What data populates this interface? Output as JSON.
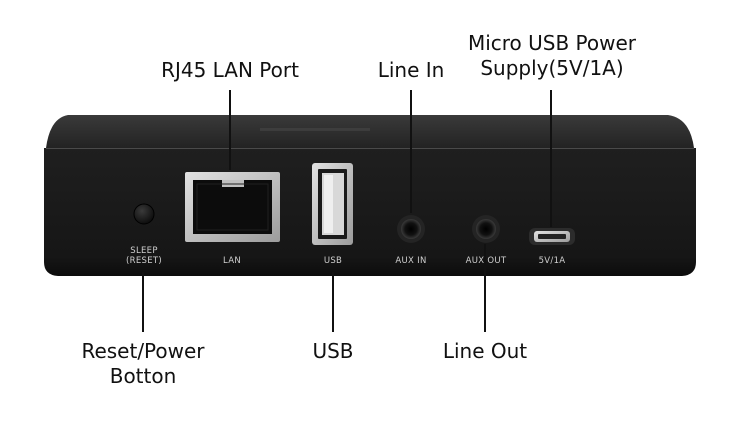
{
  "callouts": {
    "lan": "RJ45 LAN Port",
    "line_in": "Line In",
    "micro_usb_line1": "Micro USB Power",
    "micro_usb_line2": "Supply(5V/1A)",
    "reset_line1": "Reset/Power",
    "reset_line2": "Botton",
    "usb": "USB",
    "line_out": "Line Out"
  },
  "device_labels": {
    "sleep_line1": "SLEEP",
    "sleep_line2": "(RESET)",
    "lan": "LAN",
    "usb": "USB",
    "aux_in": "AUX IN",
    "aux_out": "AUX OUT",
    "power": "5V/1A"
  },
  "colors": {
    "body": "#1d1d1d",
    "top_face": "#2a2a2a",
    "port_silver": "#c9c9c9",
    "label_text": "#cfcfcf",
    "callout_text": "#111111"
  }
}
